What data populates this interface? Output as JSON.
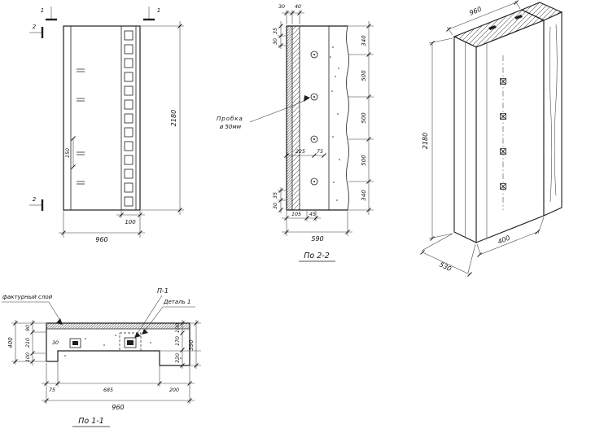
{
  "colors": {
    "paper": "#ffffff",
    "ink": "#1e1e1e"
  },
  "front_view": {
    "marker_top_left": "1",
    "marker_top_right": "1",
    "marker_side_top": "2",
    "marker_side_bottom": "2",
    "dim_spacing": "150",
    "dim_channel": "100",
    "dim_width": "960",
    "dim_height": "2180"
  },
  "section_2_2": {
    "title": "По 2-2",
    "dims_top": [
      "30",
      "40"
    ],
    "dims_left_top": [
      "35",
      "30"
    ],
    "dims_left_bottom": [
      "35",
      "30"
    ],
    "dims_bottom": [
      "105",
      "45"
    ],
    "dim_width": "590",
    "dim_chain_right": [
      "340",
      "500",
      "500",
      "500",
      "340"
    ],
    "dims_inner": [
      "225",
      "75"
    ],
    "plug_label_line1": "Пробка",
    "plug_label_line2": "ø 50мм"
  },
  "axon_view": {
    "dim_width": "960",
    "dim_height": "2180",
    "dim_depth": "400",
    "dim_depth_total": "530"
  },
  "section_1_1": {
    "title": "По 1-1",
    "label_facture": "фактурный слой",
    "label_mark": "П-1",
    "label_detail": "Деталь 1",
    "dim_left_total": "400",
    "dims_left_chain": [
      "90",
      "210",
      "100"
    ],
    "dim_notch": "30",
    "dims_right_chain": [
      "100",
      "170",
      "320"
    ],
    "dim_right_total": "590",
    "dims_bottom_chain": [
      "75",
      "685",
      "200"
    ],
    "dims_bottom_total": "960"
  }
}
